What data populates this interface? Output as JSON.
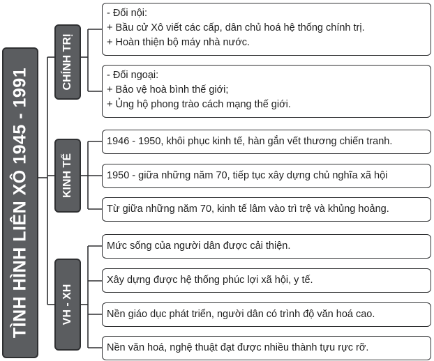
{
  "title": "TÌNH HÌNH LIÊN XÔ 1945 - 1991",
  "categories": [
    {
      "id": "chinh-tri",
      "label": "CHÍNH TRỊ",
      "items": [
        [
          "- Đối nội:",
          "+ Bầu cử Xô viết các cấp, dân chủ hoá hệ thống chính trị.",
          "+ Hoàn thiện bộ máy nhà nước."
        ],
        [
          "- Đối ngoại:",
          "+ Bảo vệ hoà bình thế giới;",
          "+ Ủng hộ phong trào cách mạng thế giới."
        ]
      ]
    },
    {
      "id": "kinh-te",
      "label": "KINH TẾ",
      "items": [
        [
          "1946 - 1950, khôi phục kinh tế, hàn gắn vết thương chiến tranh."
        ],
        [
          "1950 - giữa những năm 70, tiếp tục xây dựng chủ nghĩa xã hội"
        ],
        [
          "Từ giữa những năm 70, kinh tế lâm vào trì trệ và khủng hoảng."
        ]
      ]
    },
    {
      "id": "vh-xh",
      "label": "VH - XH",
      "items": [
        [
          "Mức sống của người dân được cải thiện."
        ],
        [
          "Xây dựng được hệ thống phúc lợi xã hội, y tế."
        ],
        [
          "Nền giáo dục phát triển, người dân có trình độ văn hoá cao."
        ],
        [
          "Nền văn hoá, nghệ thuật đạt được nhiều thành tựu rực rỡ."
        ]
      ]
    }
  ],
  "colors": {
    "dark_box": "#5b5d60",
    "border": "#2e2f31",
    "text": "#1e1e1e"
  }
}
